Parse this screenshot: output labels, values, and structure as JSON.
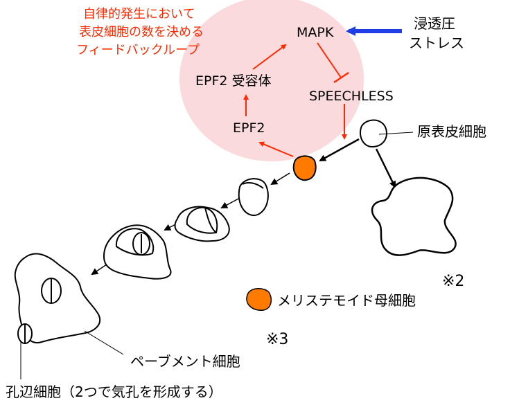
{
  "loop_label": [
    "自律的発生において",
    "表皮細胞の数を決める",
    "フィードバックループ"
  ],
  "nodes": {
    "mapk": "MAPK",
    "epf2_receptor": "EPF2 受容体",
    "speechless": "SPEECHLESS",
    "epf2": "EPF2"
  },
  "osmotic_stress": [
    "浸透圧",
    "ストレス"
  ],
  "cells": {
    "protodermal": "原表皮細胞",
    "meristemoid_mother": "メリステモイド母細胞",
    "pavement": "ペーブメント細胞",
    "guard": "孔辺細胞（2つで気孔を形成する）"
  },
  "notes": {
    "note2": "※2",
    "note3": "※3"
  },
  "colors": {
    "circle": "#fadadd",
    "loop": "#ff2a00",
    "stress_arrow": "#1f3ee6",
    "meristemoid": "#ff7a00"
  }
}
